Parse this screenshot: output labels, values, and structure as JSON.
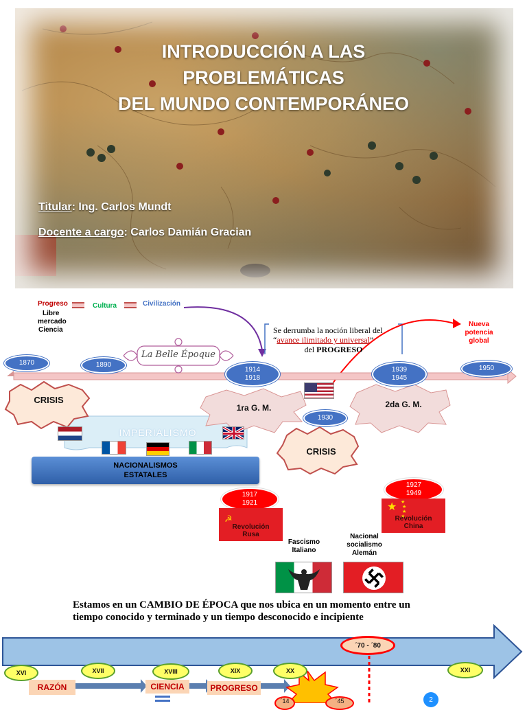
{
  "title": {
    "line1": "INTRODUCCIÓN A LAS",
    "line2": "PROBLEMÁTICAS",
    "line3": "DEL MUNDO CONTEMPORÁNEO"
  },
  "credits": {
    "titular_label": "Titular",
    "titular_value": ": Ing. Carlos Mundt",
    "docente_label": "Docente a cargo",
    "docente_value": ": Carlos Damián Gracian"
  },
  "concepts": {
    "progreso": "Progreso",
    "cultura": "Cultura",
    "civilizacion": "Civilización",
    "libre": "Libre",
    "mercado": "mercado",
    "ciencia": "Ciencia"
  },
  "belle_epoque": "La Belle Époque",
  "liberal_note": {
    "line1": "Se derrumba la noción liberal del",
    "quote": "avance ilimitado y universal",
    "line3_prefix": "del ",
    "line3_bold": "PROGRESO"
  },
  "nueva_potencia": [
    "Nueva",
    "potencia",
    "global"
  ],
  "years": {
    "y1870": "1870",
    "y1890": "1890",
    "y1914": "1914",
    "y1918": "1918",
    "y1939": "1939",
    "y1945": "1945",
    "y1950": "1950",
    "y1930": "1930",
    "y1917": "1917",
    "y1921": "1921",
    "y1927": "1927",
    "y1949": "1949"
  },
  "events": {
    "crisis1": "CRISIS",
    "crisis2": "CRISIS",
    "ww1": "1ra G. M.",
    "ww2": "2da G. M.",
    "imperialismo": "IMPERIALISMO",
    "nacionalismos_1": "NACIONALISMOS",
    "nacionalismos_2": "ESTATALES",
    "rev_rusa_1": "Revolución",
    "rev_rusa_2": "Rusa",
    "rev_china_1": "Revolución",
    "rev_china_2": "China",
    "fascismo_1": "Fascismo",
    "fascismo_2": "Italiano",
    "nazi_1": "Nacional",
    "nazi_2": "socialismo",
    "nazi_3": "Alemán"
  },
  "statement": {
    "line1": "Estamos en un CAMBIO DE ÉPOCA que nos ubica en un momento entre un",
    "line2": "tiempo conocido y terminado y un tiempo desconocido e incipiente"
  },
  "centuries": [
    "XVI",
    "XVII",
    "XVIII",
    "XIX",
    "XX",
    "XXI"
  ],
  "era_label": "´70 - ´80",
  "concept_boxes": {
    "razon": "RAZÓN",
    "ciencia": "CIENCIA",
    "progreso": "PROGRESO"
  },
  "war_years": {
    "w14": "´14",
    "w45": "´45"
  },
  "page_number": "2",
  "colors": {
    "timeline_blue": "#4472c4",
    "accent_red": "#c00000",
    "arrow_blue": "#9dc3e6",
    "century_fill": "#ffff66"
  }
}
